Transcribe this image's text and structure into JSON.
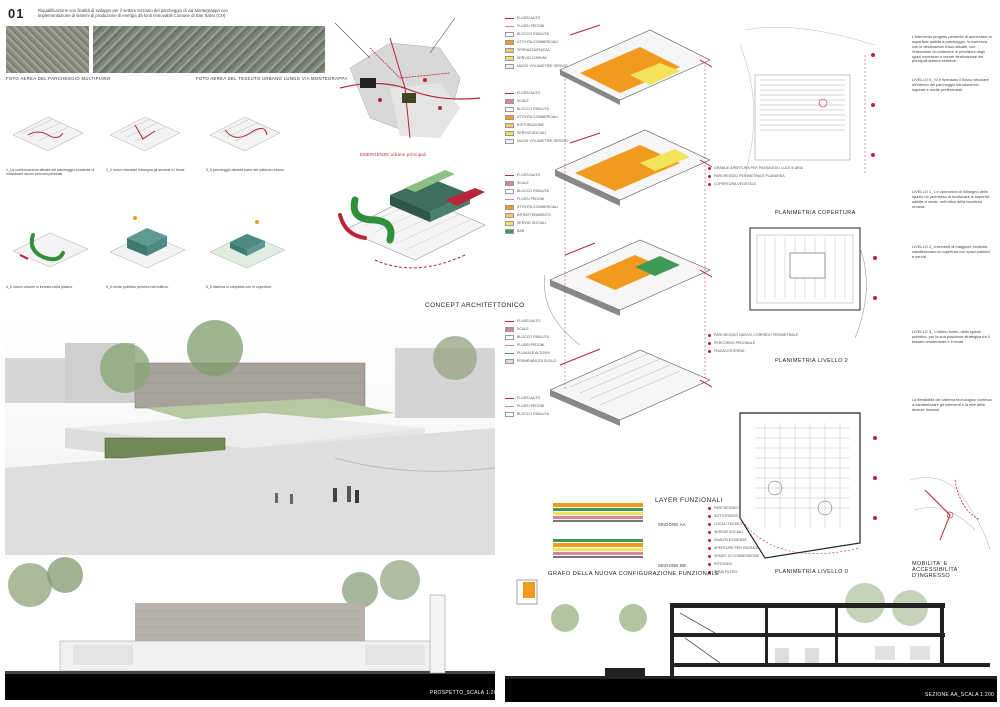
{
  "header": {
    "number": "01",
    "description": "Riqualificazione con finalità di sviluppo per il settore terziario del parcheggio di via Montegrappa con implementazione di sistemi di produzione di energia da fonti rinnovabili Comune di San Salvo (CH)"
  },
  "photos": {
    "caption_left": "FOTO AEREA DEL PARCHEGGIO MULTIPIANO",
    "caption_right": "FOTO AEREA DEL TESSUTO URBANO LUNGO VIA MONTEGRAPPA"
  },
  "map": {
    "label": "EMERGENZE urbane principali"
  },
  "concept": {
    "title": "CONCEPT ARCHITETTONICO"
  },
  "layers": {
    "title": "LAYER FUNZIONALI",
    "legend1": [
      "FLUSSI AUTO",
      "FLUSSI PEDONI",
      "BLOCCO RISALITA",
      "ATTIVITA COMMERCIALI",
      "TERRAZZA/PIAZZA",
      "SERVIZI COMUNI",
      "NUOVI VOLUMETRIE SERVIZI"
    ],
    "legend2": [
      "FLUSSI AUTO",
      "SCALE",
      "BLOCCO RISALITA",
      "ATTIVITA COMMERCIALI",
      "RISTORAZIONE",
      "SERVIZI SOCIALI",
      "NUOVI VOLUMETRIE SERVIZI"
    ],
    "legend3": [
      "FLUSSI AUTO",
      "SCALE",
      "BLOCCO RISALITA",
      "FLUSSI PEDONI",
      "ATTIVITA COMMERCIALI",
      "INTRATTENIMENTO",
      "SERVIZI SOCIALI",
      "BAR"
    ],
    "legend4": [
      "FLUSSI AUTO",
      "SCALE",
      "BLOCCO RISALITA",
      "FLUSSI PEDONI",
      "PLUVIALE ALTOVIA",
      "PERMEABILITA SUOLO"
    ],
    "legend5": [
      "FLUSSI AUTO",
      "FLUSSI PEDONI",
      "BLOCCO RISALITA"
    ],
    "notes1": [
      "GRANDE APERTURA PER PASSAGGIO LUCE E ARIA",
      "PARCHEGGIO PERIMETRALE PLANAREA",
      "COPERTURA VEGETALE"
    ],
    "notes2": [
      "PARCHEGGIO NUOVO CORREDO PERIMETRALE",
      "PERCORSO PEDONALE",
      "PIAZZA ESTERNA"
    ],
    "notes3": [
      "PARCHEGGIO INTERRATO",
      "SOTTOPASSO PEDONALE",
      "LOCALI TECNICI",
      "SERVIZI SOCIALI",
      "ANALISI ESIGENZE",
      "APERTURE PER PASSAGGIO DI LUCE E ARIA",
      "SPAZIO DI CONNESSIONE",
      "ROTONDA",
      "ZONA FILTRO"
    ]
  },
  "graph": {
    "title": "GRAFO DELLA NUOVA CONFIGURAZIONE FUNZIONALE",
    "section_aa": "SEZIONE AA",
    "section_bb": "SEZIONE BB"
  },
  "plans": {
    "roof": "PLANIMETRIA COPERTURA",
    "level2": "PLANIMETRIA LIVELLO 2",
    "level0": "PLANIMETRIA LIVELLO 0",
    "mobility": "MOBILITA' E ACCESSIBILITA' D'INGRESSO"
  },
  "text": {
    "intro": "L'intervento progetto permette di aumentare la superficie adibita a parcheggio, in coerenza con le destinazioni d'uso attuale, con l'intenzione di contenere le previsioni degli spazi necessari a creare destinazione dei principali sistemi esistenti.",
    "livello0": "LIVELLO 0_ Si è ripensato il flusso veicolare all'interno del parcheggio introducendo ingressi e uscite preferenziali.",
    "livello1": "LIVELLO 1_ Le operazioni di ridisegno dello spazio ha permesso di ricollocare le superfici adibite a verde, nell'ottica della ricucitura urbana.",
    "livello2": "LIVELLO 2_ Interventi di maggiore incisività caratterizzano la copertura con spazi pubblici e servizi.",
    "livello3": "LIVELLO 3_ L'ultimo livello, dello spazio pubblico, per la sua posizione strategica fra il tessuto residenziale e il verde.",
    "closing": "La flessibilità del sistema tecnologico continua a caratterizzare gli interventi e la rete delle diverse funzioni."
  },
  "elevation": {
    "title": "PROSPETTO_SCALA 1:200"
  },
  "section": {
    "title": "SEZIONE AA_SCALA 1:200"
  },
  "steps": [
    "1_La conformazione attuale del parcheggio consente di individuare alcuni percorsi pedonali.",
    "2_Il nuovo tracciato ridisegna gli accessi e i flussi.",
    "3_Il parcheggio diventa parte del sistema urbano.",
    "4_Il nuovo volume si innesta nella piastra.",
    "5_Il verde pubblico penetra nell'edificio.",
    "6_Il sistema si completa con le coperture."
  ],
  "colors": {
    "orange": "#f29a1e",
    "yellow": "#f3e35a",
    "green": "#3f9a55",
    "red": "#b8243a",
    "pink": "#d9849c",
    "teal": "#4d8a83",
    "leaf": "#2f8f3a"
  }
}
